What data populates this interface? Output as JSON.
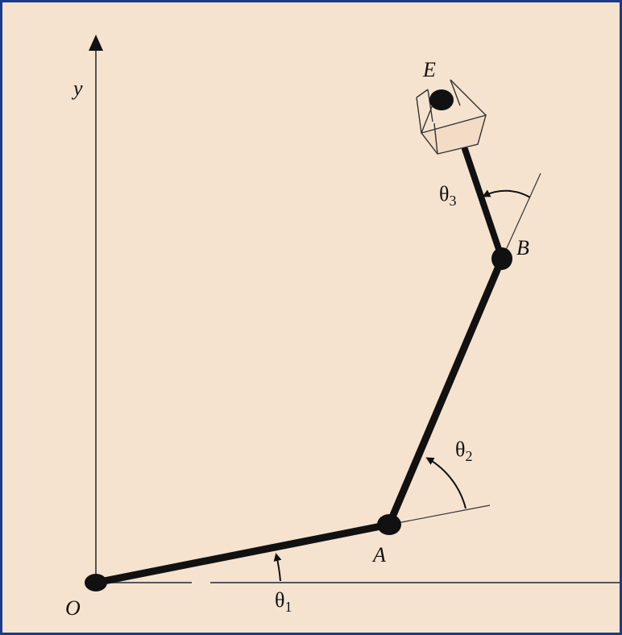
{
  "labels": {
    "y_axis": "y",
    "origin": "O",
    "joint_a": "A",
    "joint_b": "B",
    "end_effector": "E",
    "theta1": "θ",
    "theta1_sub": "1",
    "theta2": "θ",
    "theta2_sub": "2",
    "theta3": "θ",
    "theta3_sub": "3"
  },
  "colors": {
    "background": "#f5e3cf",
    "frame_border": "#1a3a8c",
    "link": "#111111",
    "axis": "#555555",
    "guide": "#333333"
  }
}
